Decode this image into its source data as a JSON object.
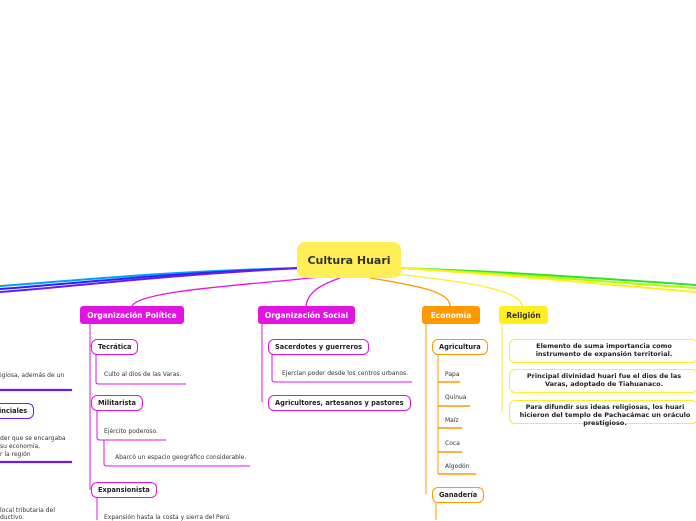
{
  "title": "Cultura Huari",
  "colors": {
    "politica": "#e214e2",
    "social": "#e214e2",
    "economia": "#ff9900",
    "religion": "#ffee22",
    "left_partial": "#7a1de0"
  },
  "branches": {
    "politica": {
      "label": "Organización Política",
      "teocratica": {
        "label": "Tecrática",
        "leaf": "Culto al dios de las Varas."
      },
      "militarista": {
        "label": "Militarista",
        "leaf1": "Ejército poderoso.",
        "leaf2": "Abarcó un espacio geográfico considerable."
      },
      "expansionista": {
        "label": "Expansionista",
        "leaf": "Expansión hasta la costa y sierra del Perú"
      }
    },
    "social": {
      "label": "Organización Social",
      "sacerdotes": {
        "label": "Sacerdotes y guerreros",
        "leaf": "Ejercían poder desde los centros urbanos."
      },
      "agricultores": {
        "label": "Agricultores, artesanos y pastores"
      }
    },
    "economia": {
      "label": "Economía",
      "agricultura": {
        "label": "Agricultura",
        "crops": [
          "Papa",
          "Quinua",
          "Maíz",
          "Coca",
          "Algodón"
        ]
      },
      "ganaderia": {
        "label": "Ganadería"
      }
    },
    "religion": {
      "label": "Religión",
      "facts": [
        "Elemento de suma importancia como instrumento de expansión territorial.",
        "Principal divinidad huari fue el dios de las Varas, adoptado de Tiahuanaco.",
        "Para difundir sus ideas religiosas, los huari hicieron del templo de Pachacámac un oráculo prestigioso."
      ]
    }
  },
  "left_partial": {
    "text1": "igiosa, además de un",
    "node": "inciales",
    "text2a": "der que se encargaba",
    "text2b": "su economía,",
    "text2c": "r la región",
    "text3a": "local tributaria del",
    "text3b": "ductivo."
  }
}
